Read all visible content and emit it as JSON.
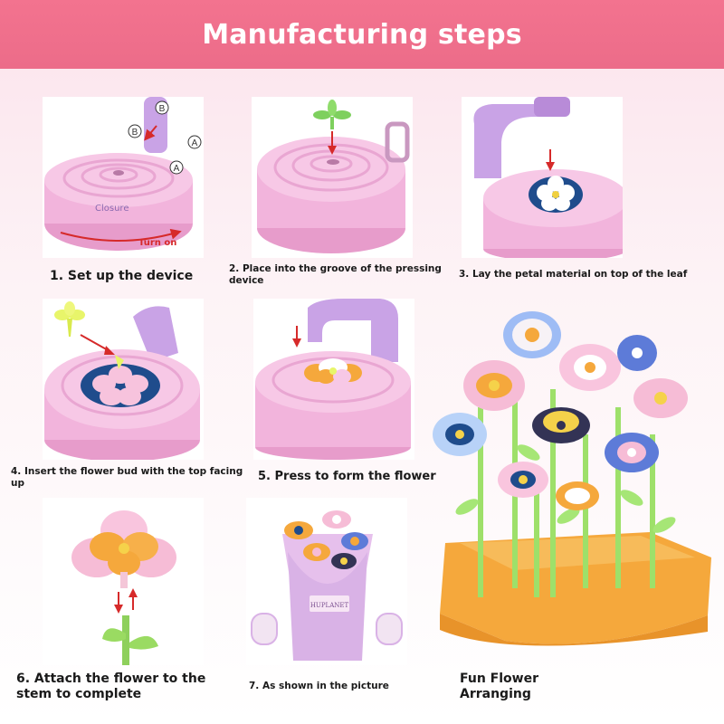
{
  "header": {
    "title": "Manufacturing steps"
  },
  "steps": [
    {
      "caption": "1. Set up the device"
    },
    {
      "caption": "2. Place into the groove of the pressing device"
    },
    {
      "caption": "3. Lay the petal material on top of the leaf"
    },
    {
      "caption": "4. Insert the flower bud with the top facing up"
    },
    {
      "caption": "5. Press to form the flower"
    },
    {
      "caption": "6. Attach the flower to the stem to complete"
    },
    {
      "caption": "7. As shown in the picture"
    }
  ],
  "step1_labels": {
    "a": "A",
    "b": "B",
    "closure": "Closure",
    "turn_on": "Turn on"
  },
  "bouquet_label": "HUPLANET",
  "showcase": {
    "caption": "Fun Flower Arranging"
  },
  "colors": {
    "banner": "#ef6f8b",
    "device_pink": "#f2b4dc",
    "device_purple": "#c9a3e6",
    "base_orange": "#f5a83c",
    "arrow_red": "#d62a2a"
  }
}
